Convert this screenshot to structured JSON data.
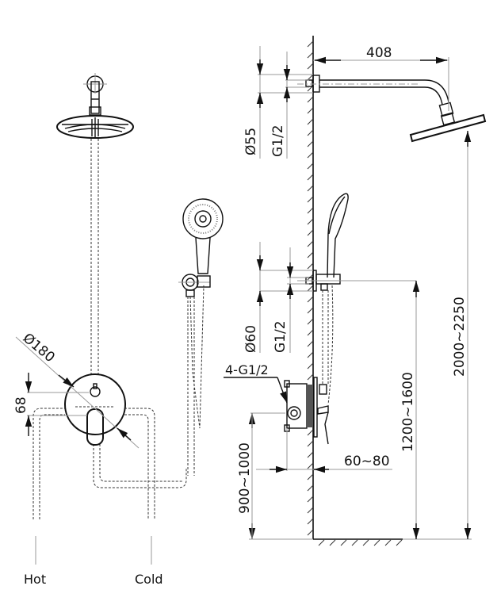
{
  "diagram": {
    "title": "",
    "labels": {
      "shower_arm_length": "408",
      "top_flange_diameter": "Ø55",
      "top_thread": "G1/2",
      "lower_flange_diameter": "Ø60",
      "lower_thread": "G1/2",
      "valve_ports": "4-G1/2",
      "mixer_plate_diameter": "Ø180",
      "mixer_offset": "68",
      "valve_height": "900~1000",
      "wall_depth": "60~80",
      "outlet_height": "1200~1600",
      "head_height": "2000~2250",
      "hot": "Hot",
      "cold": "Cold"
    },
    "views": [
      "front-view",
      "side-view"
    ]
  }
}
